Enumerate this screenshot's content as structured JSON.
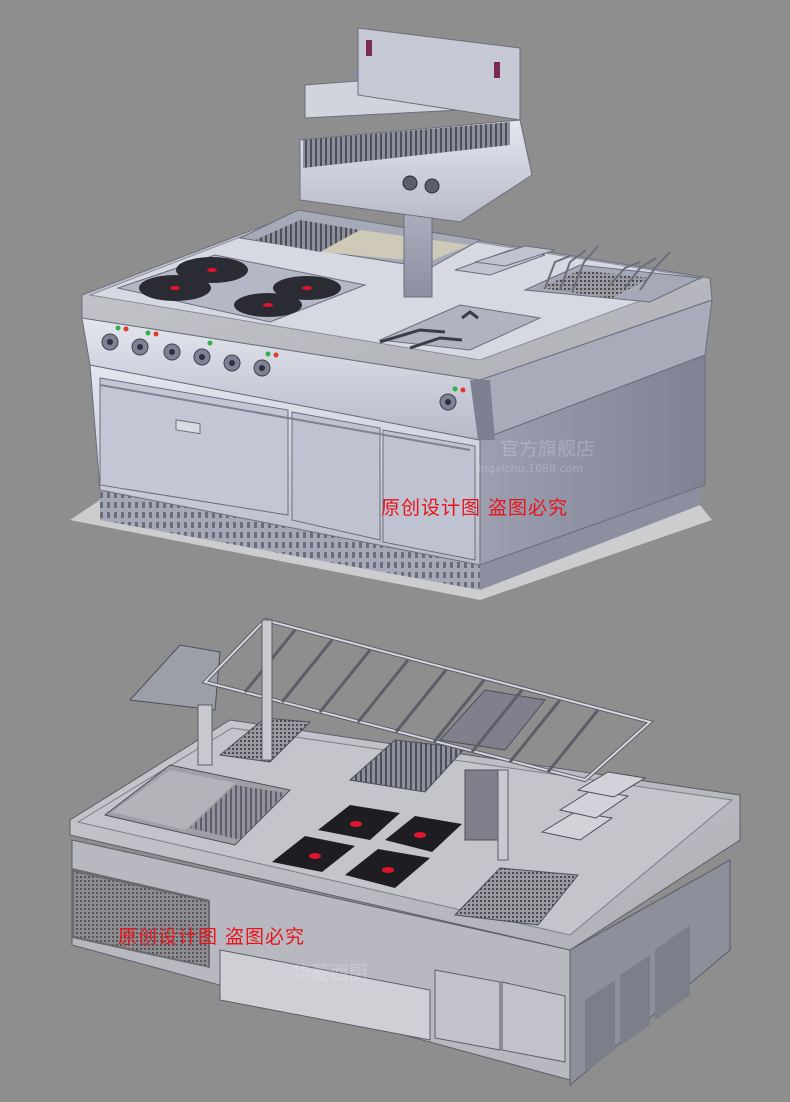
{
  "top_render": {
    "watermark_brand": "官方旗舰店",
    "watermark_url": "ingxichu.1688.com",
    "label": "原创设计图  盗图必究"
  },
  "bottom_render": {
    "watermark_brand": "华菱西厨",
    "label": "原创设计图  盗图必究"
  },
  "colors": {
    "background": "#8e8e8e",
    "steel_light": "#d9dbe6",
    "steel_mid": "#b9bccb",
    "steel_dark": "#8a8d9c",
    "burner_red": "#e0142a",
    "label_red": "#e8141c"
  }
}
